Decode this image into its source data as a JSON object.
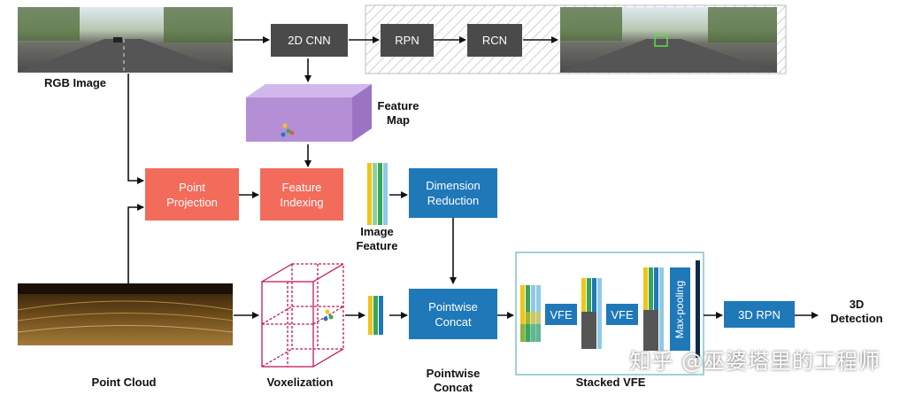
{
  "labels": {
    "rgb_image": "RGB Image",
    "point_cloud": "Point Cloud",
    "feature_map_line1": "Feature",
    "feature_map_line2": "Map",
    "image_feature_line1": "Image",
    "image_feature_line2": "Feature",
    "voxelization": "Voxelization",
    "pointwise_concat_line1": "Pointwise",
    "pointwise_concat_line2": "Concat",
    "stacked_vfe": "Stacked VFE",
    "detection_line1": "3D",
    "detection_line2": "Detection"
  },
  "boxes": {
    "cnn_2d": "2D CNN",
    "rpn": "RPN",
    "rcn": "RCN",
    "point_projection_line1": "Point",
    "point_projection_line2": "Projection",
    "feature_indexing_line1": "Feature",
    "feature_indexing_line2": "Indexing",
    "dimension_reduction_line1": "Dimension",
    "dimension_reduction_line2": "Reduction",
    "pointwise_concat_line1": "Pointwise",
    "pointwise_concat_line2": "Concat",
    "vfe_1": "VFE",
    "vfe_2": "VFE",
    "max_pooling": "Max-pooling",
    "rpn_3d": "3D RPN"
  },
  "watermark": "知乎 @巫婆塔里的工程师",
  "colors": {
    "dark_box": "#4a4a4a",
    "blue_box": "#1f78b8",
    "salmon_box": "#f26b5b",
    "feature_map": "#b58fd6",
    "voxel_lines": "#c2185b",
    "feature_yellow": "#f0c419",
    "feature_green": "#3aa655",
    "feature_light_blue": "#8ecae6"
  }
}
